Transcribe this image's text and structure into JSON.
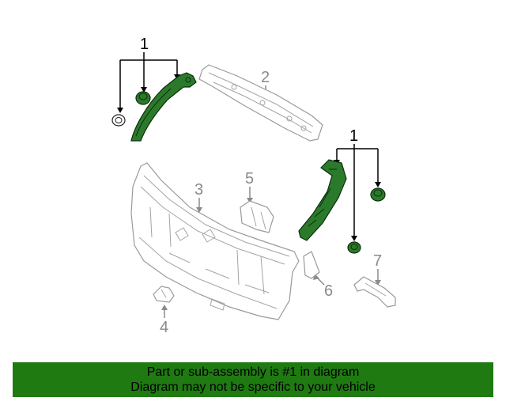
{
  "callouts": {
    "c1_left": "1",
    "c1_right": "1",
    "c2": "2",
    "c3": "3",
    "c4": "4",
    "c5": "5",
    "c6": "6",
    "c7": "7"
  },
  "highlight_color": "#2b7a2b",
  "banner": {
    "line1": "Part or sub-assembly is #1 in diagram",
    "line2": "Diagram may not be specific to your vehicle",
    "background": "#1f7a12"
  }
}
